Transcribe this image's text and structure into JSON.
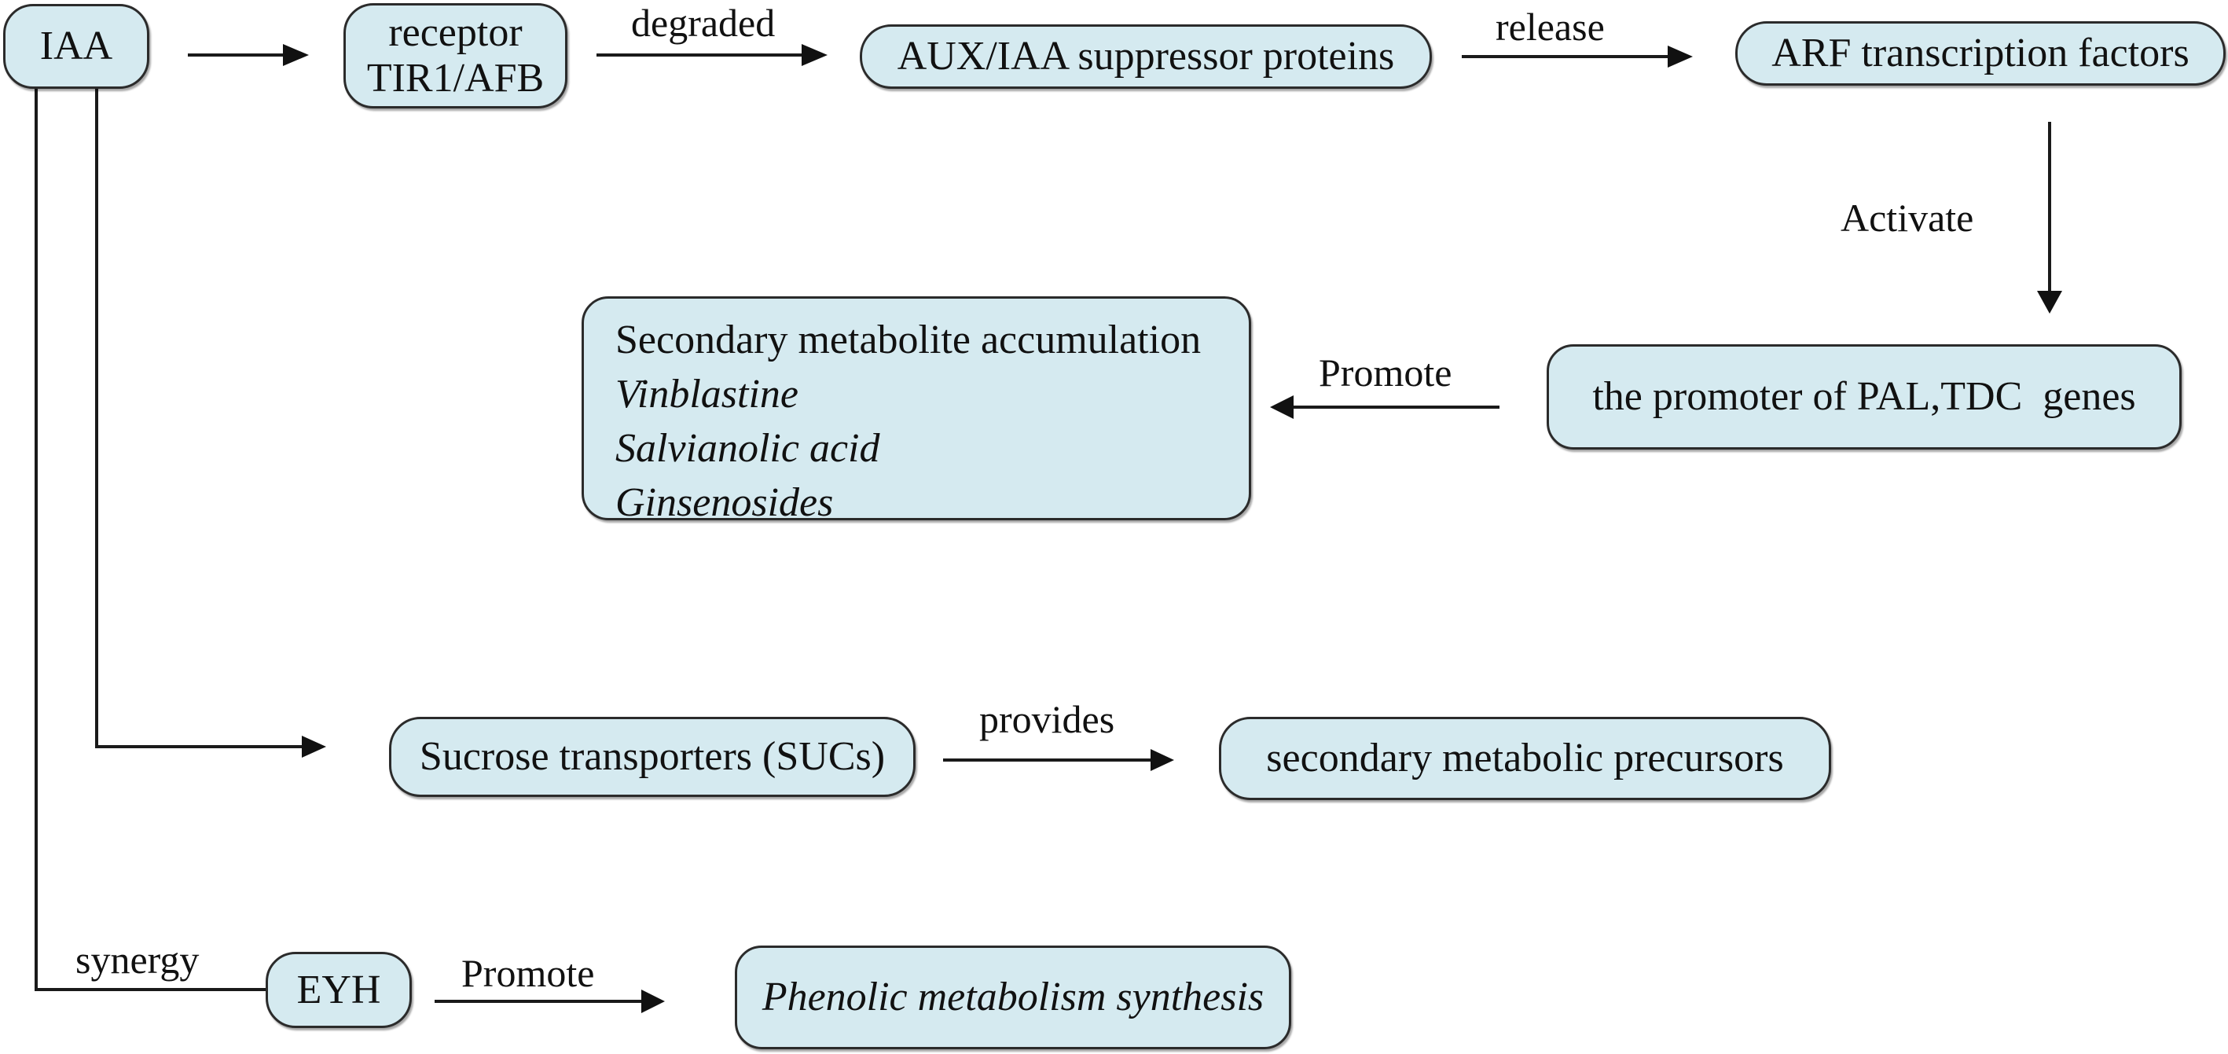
{
  "diagram": {
    "title": "IAA (auxin) signaling and secondary metabolism",
    "colors": {
      "node_fill": "#d5eaf0",
      "node_border": "#2b2b2b",
      "line": "#1a1a1a",
      "background": "#ffffff"
    },
    "nodes": {
      "iaa": {
        "label": "IAA"
      },
      "receptor": {
        "line1": "receptor",
        "line2": "TIR1/AFB"
      },
      "aux_iaa": {
        "label": "AUX/IAA suppressor proteins"
      },
      "arf": {
        "label": "ARF transcription factors"
      },
      "pal_tdc": {
        "label": "the promoter of PAL,TDC  genes"
      },
      "secondary": {
        "title": "Secondary metabolite accumulation",
        "items": [
          "Vinblastine",
          "Salvianolic acid",
          "Ginsenosides"
        ]
      },
      "sucrose": {
        "label": "Sucrose transporters (SUCs)"
      },
      "precursors": {
        "label": "secondary metabolic precursors"
      },
      "eyh": {
        "label": "EYH"
      },
      "phenolic": {
        "label": "Phenolic metabolism synthesis"
      }
    },
    "edges": [
      {
        "from": "iaa",
        "to": "receptor",
        "label": ""
      },
      {
        "from": "receptor",
        "to": "aux_iaa",
        "label": "degraded"
      },
      {
        "from": "aux_iaa",
        "to": "arf",
        "label": "release"
      },
      {
        "from": "arf",
        "to": "pal_tdc",
        "label": "Activate"
      },
      {
        "from": "pal_tdc",
        "to": "secondary",
        "label": "Promote"
      },
      {
        "from": "iaa",
        "to": "sucrose",
        "label": ""
      },
      {
        "from": "sucrose",
        "to": "precursors",
        "label": "provides"
      },
      {
        "from": "iaa",
        "to": "eyh",
        "label": "synergy"
      },
      {
        "from": "eyh",
        "to": "phenolic",
        "label": "Promote"
      }
    ],
    "edge_labels": {
      "degraded": "degraded",
      "release": "release",
      "activate": "Activate",
      "promote_secondary": "Promote",
      "provides": "provides",
      "synergy": "synergy",
      "promote_phenolic": "Promote"
    }
  }
}
